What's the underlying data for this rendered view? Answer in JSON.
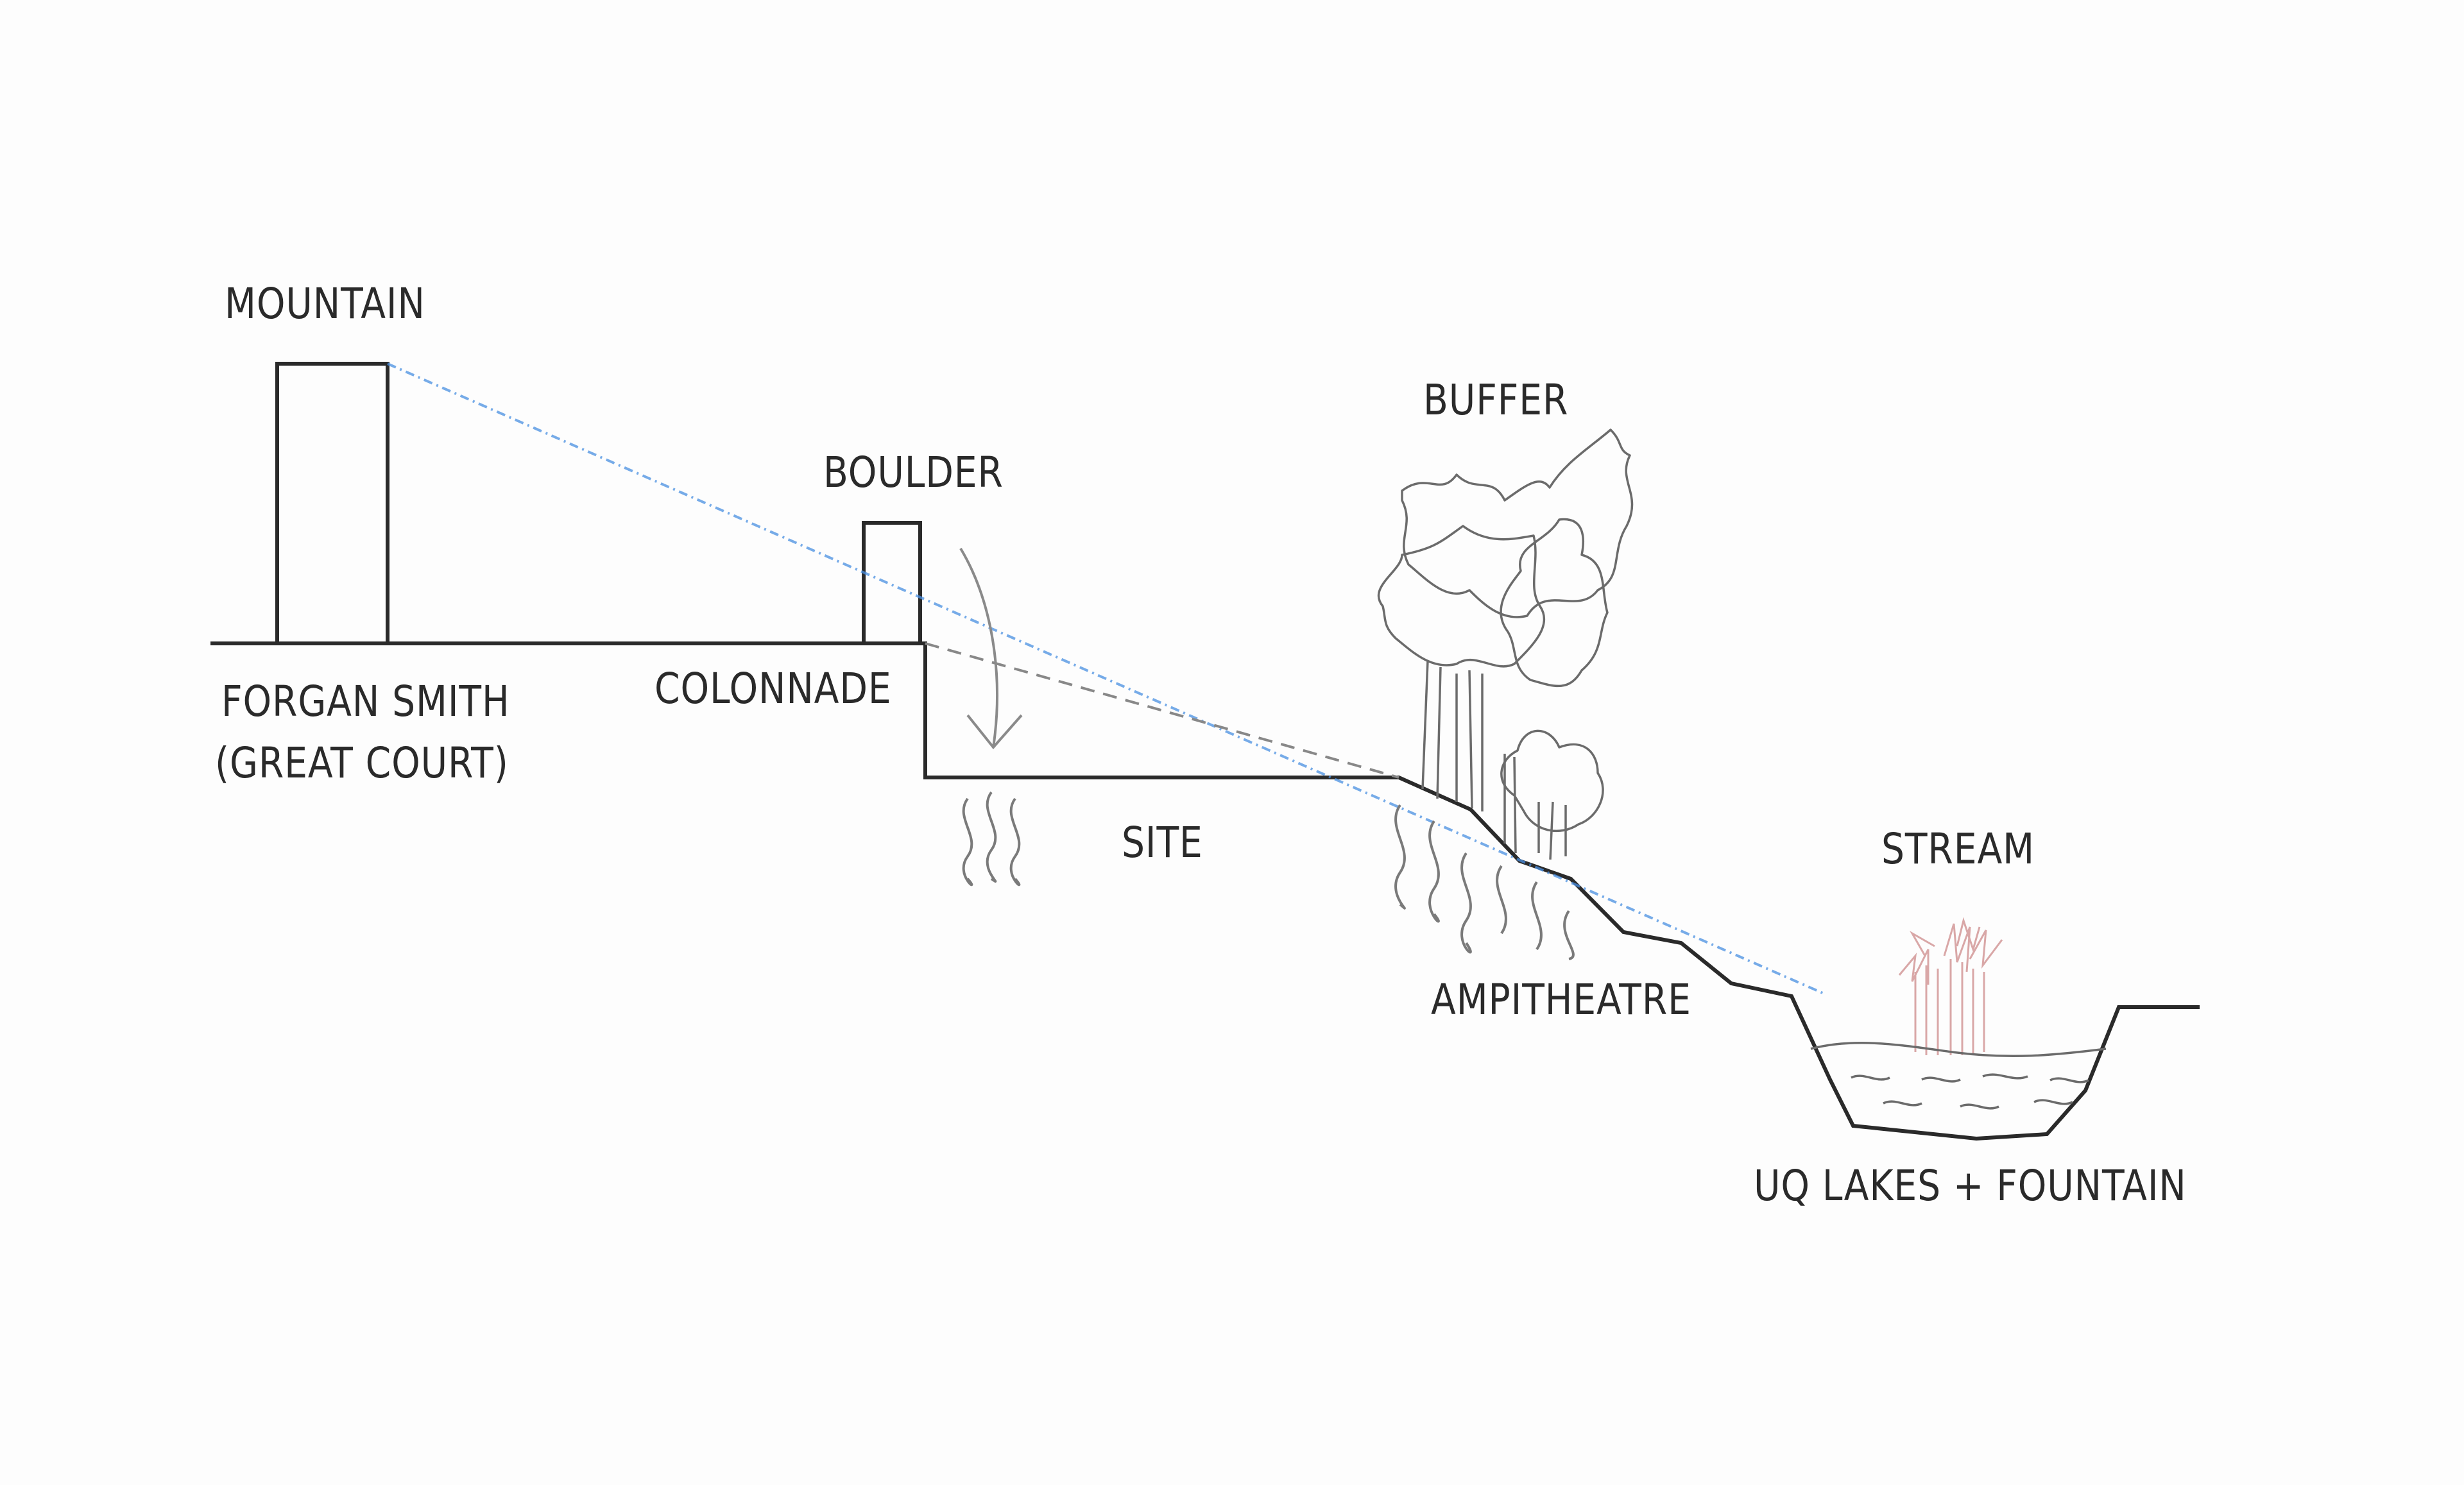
{
  "labels": {
    "mountain": "MOUNTAIN",
    "boulder": "BOULDER",
    "buffer": "BUFFER",
    "forgan_smith": "FORGAN SMITH",
    "great_court": "(GREAT COURT)",
    "colonnade": "COLONNADE",
    "site": "SITE",
    "stream": "STREAM",
    "ampitheatre": "AMPITHEATRE",
    "uq_lakes": "UQ LAKES + FOUNTAIN"
  },
  "colors": {
    "ink": "#2a2a2a",
    "sightline": "#4a90e2",
    "dashed": "#888888",
    "trees": "#6b6b6b",
    "reeds": "#d9a7a7",
    "background": "#fdfdfd"
  }
}
